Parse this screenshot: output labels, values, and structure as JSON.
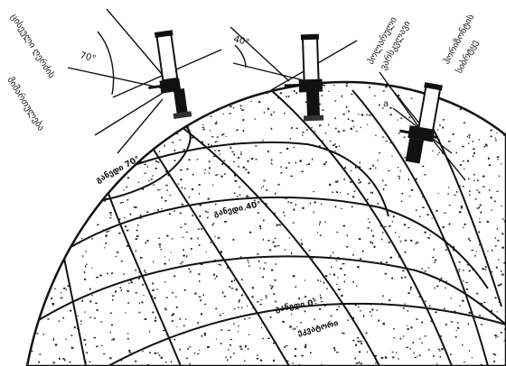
{
  "colors": {
    "ink": "#111111",
    "paper": "#ffffff",
    "stipple": "#222222"
  },
  "angles": {
    "left": "70°",
    "middle": "40°"
  },
  "latitude_labels": {
    "lat70": "განედი 70°",
    "lat40": "განედი 40°",
    "lat0": "განედი 0°",
    "equator": "ეკვატორი"
  },
  "side_labels": {
    "left_line1": "ცისეული ღერძის",
    "left_line2": "მიმართულება",
    "right_a_line1": "პოლარული",
    "right_a_line2": "ვარსკვლავი",
    "right_b_line1": "ჰორიზონტის",
    "right_b_line2": "სიბრტყე",
    "right_letter": "a"
  },
  "icons": {
    "telescope": "telescope-icon"
  }
}
